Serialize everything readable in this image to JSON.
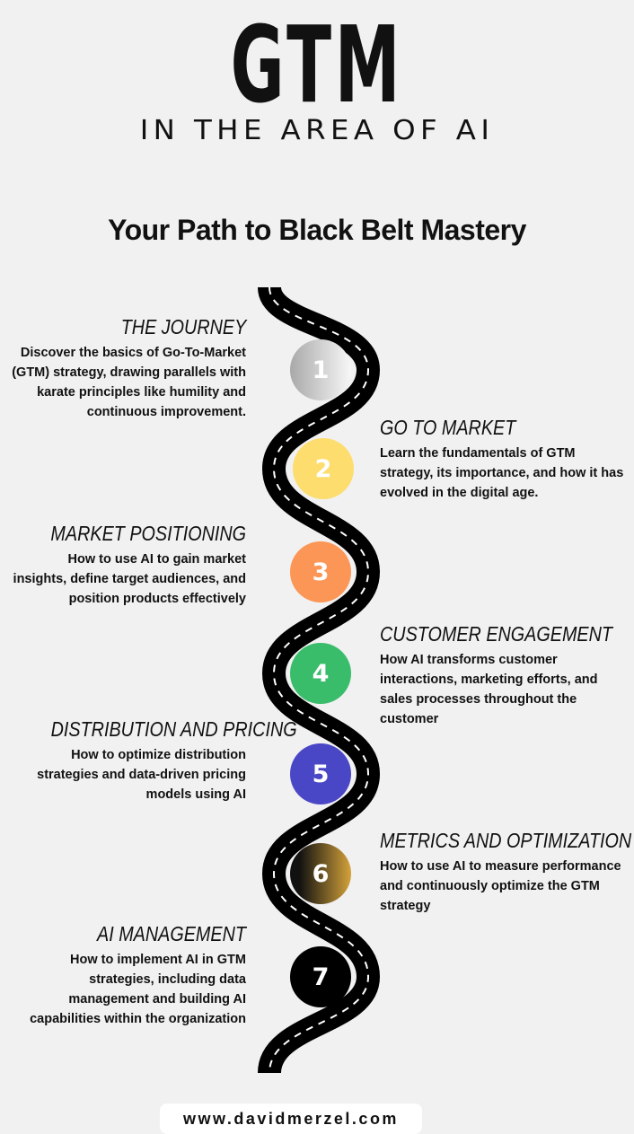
{
  "header": {
    "title": "GTM",
    "subtitle": "in the area of AI",
    "tagline": "Your Path to Black Belt Mastery"
  },
  "steps": [
    {
      "number": "1",
      "title": "THE JOURNEY",
      "description": "Discover the basics of Go-To-Market (GTM) strategy, drawing parallels with karate principles like humility and continuous improvement.",
      "side": "left",
      "color": "silver-gradient"
    },
    {
      "number": "2",
      "title": "GO TO MARKET",
      "description": "Learn the fundamentals of GTM strategy, its importance, and how it has evolved in the digital age.",
      "side": "right",
      "color": "#fddd6d"
    },
    {
      "number": "3",
      "title": "MARKET POSITIONING",
      "description": "How to use AI to gain market insights, define target audiences, and position products effectively",
      "side": "left",
      "color": "#fb9656"
    },
    {
      "number": "4",
      "title": "CUSTOMER ENGAGEMENT",
      "description": "How AI transforms customer interactions, marketing efforts, and sales processes throughout the customer",
      "side": "right",
      "color": "#3abd6b"
    },
    {
      "number": "5",
      "title": "DISTRIBUTION AND PRICING",
      "description": "How to optimize  distribution strategies and data-driven pricing models using AI",
      "side": "left",
      "color": "#4a47c6"
    },
    {
      "number": "6",
      "title": "METRICS AND OPTIMIZATION",
      "description": " How to use AI to measure performance and continuously optimize the GTM strategy",
      "side": "right",
      "color": "black-gold-gradient"
    },
    {
      "number": "7",
      "title": "AI MANAGEMENT",
      "description": "How to implement AI in GTM strategies, including data management and building AI capabilities within the organization",
      "side": "left",
      "color": "#000000"
    }
  ],
  "footer": {
    "website": "www.davidmerzel.com"
  }
}
